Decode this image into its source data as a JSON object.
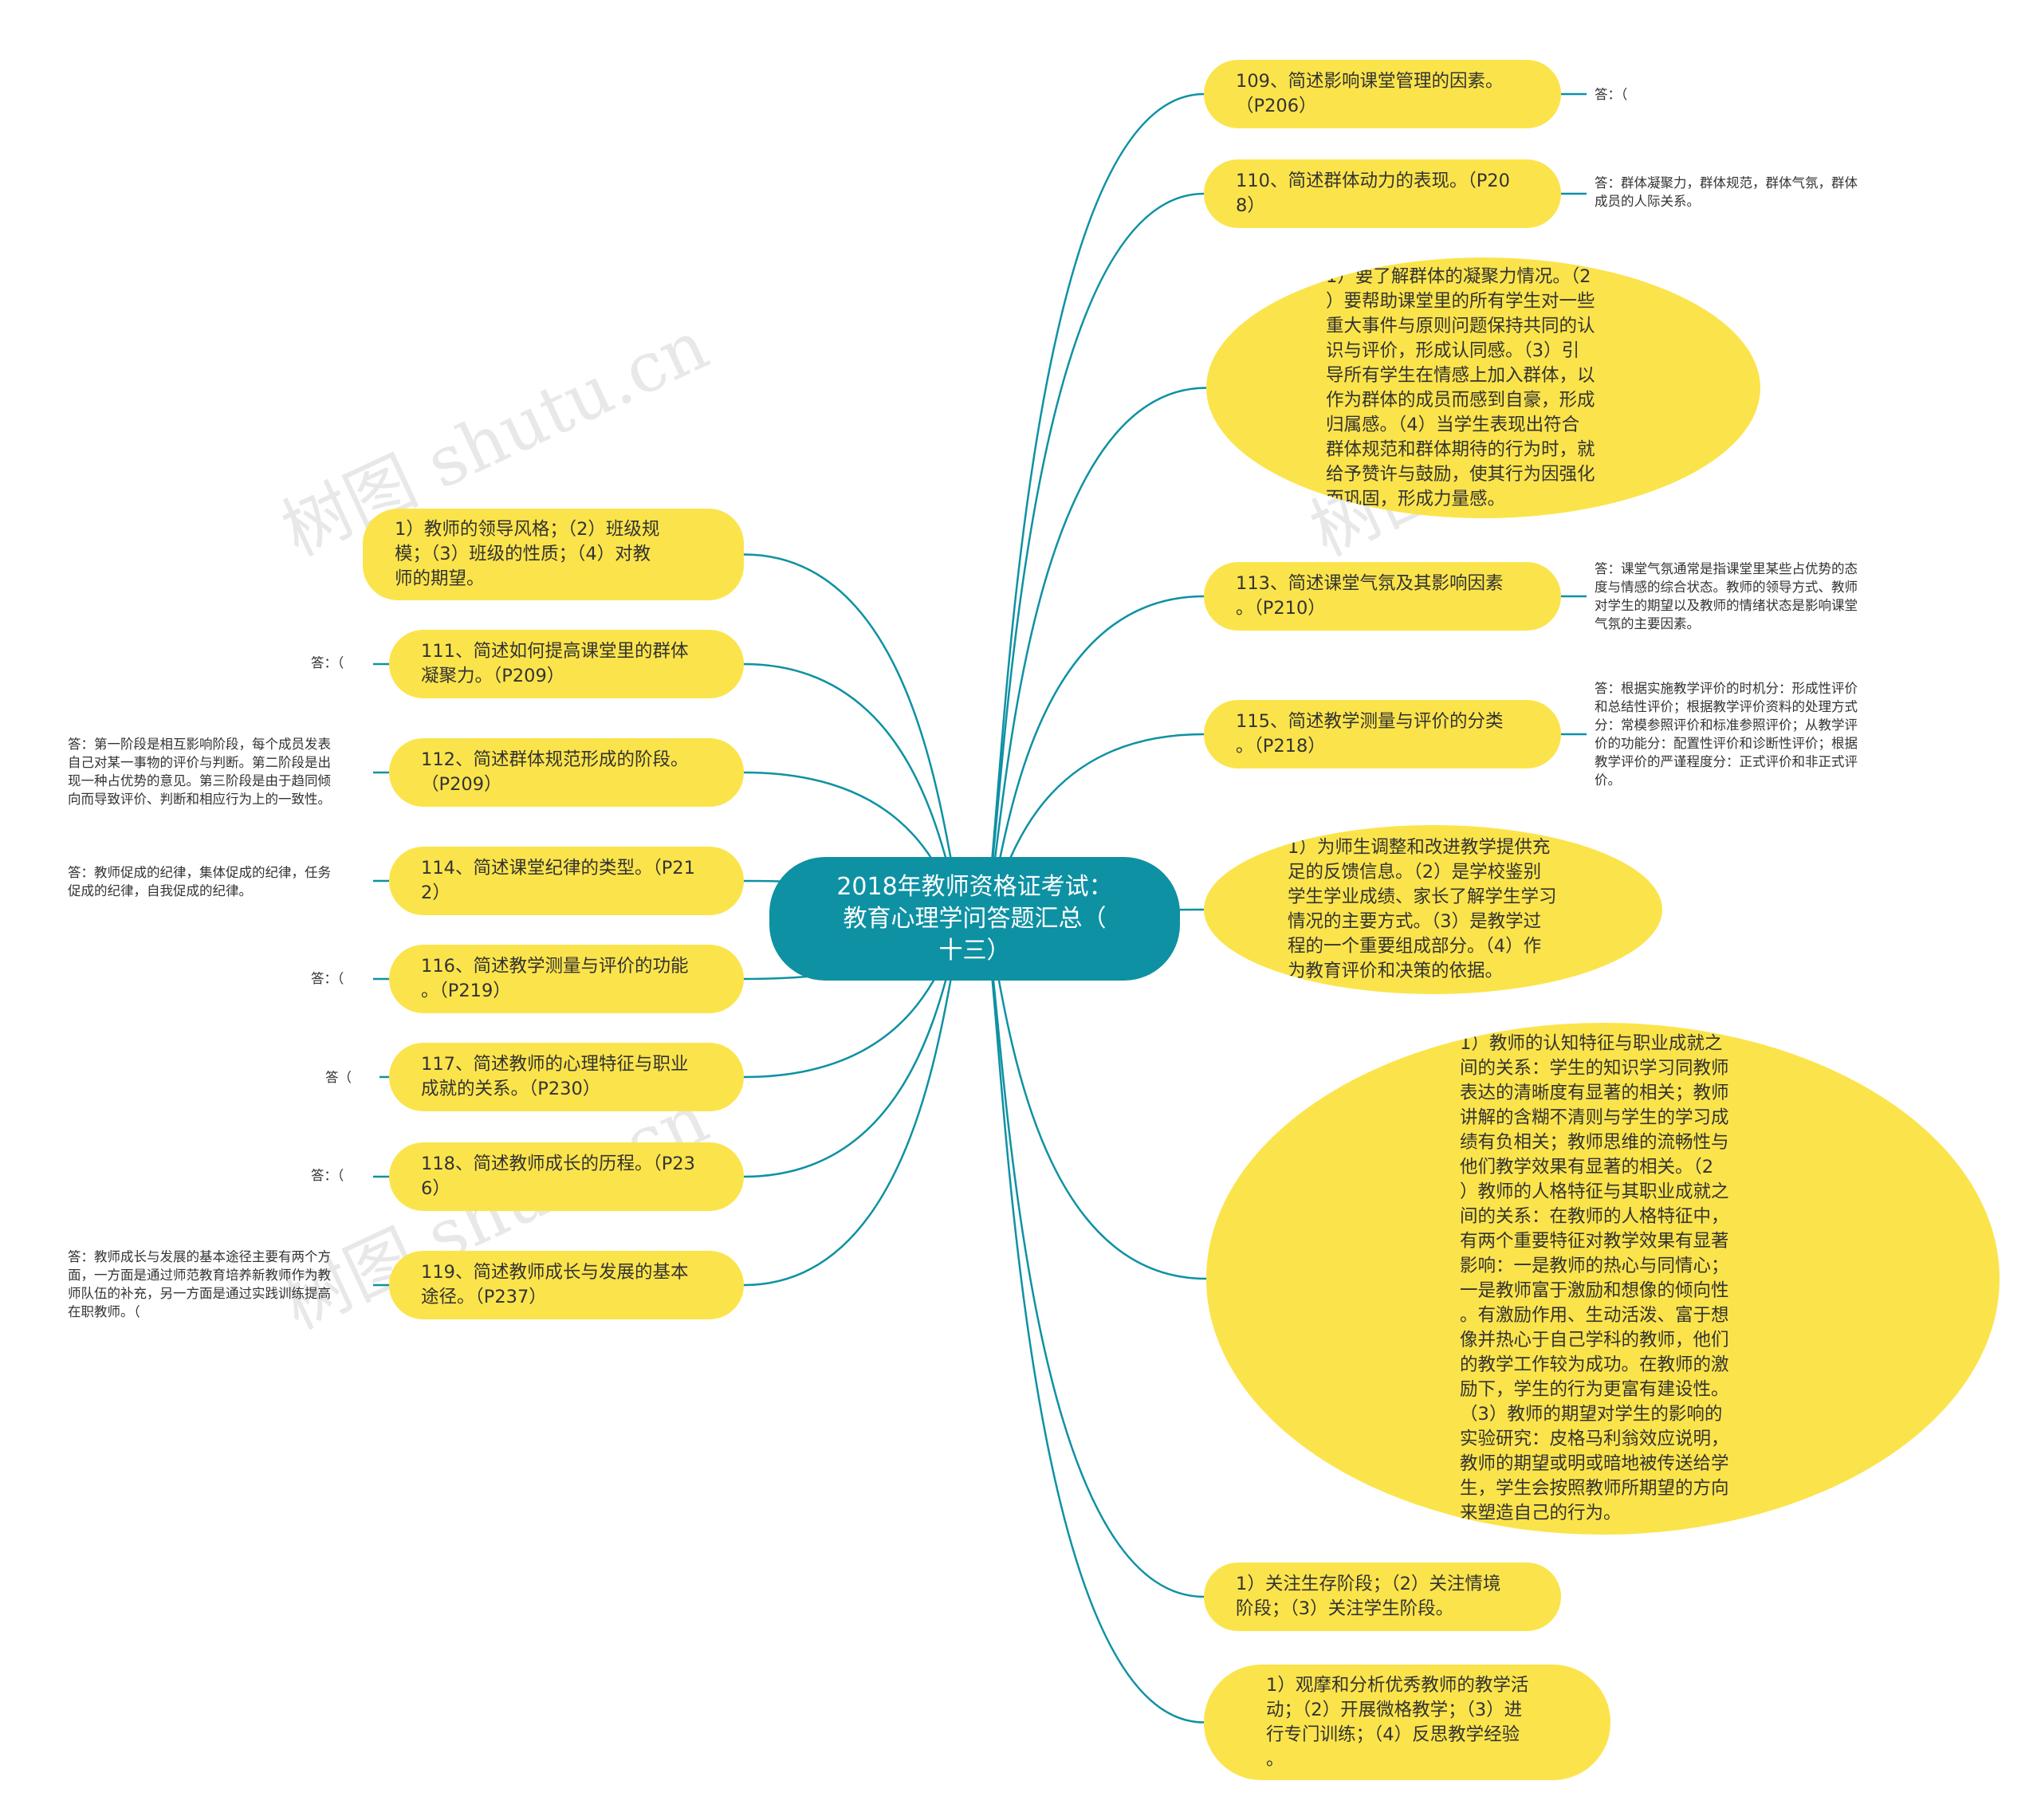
{
  "center": {
    "text": "2018年教师资格证考试：\n教育心理学问答题汇总（\n十三）"
  },
  "left_nodes": [
    {
      "id": "l1",
      "text": "1）教师的领导风格；（2）班级规\n模；（3）班级的性质；（4）对教\n师的期望。"
    },
    {
      "id": "l2",
      "text": "111、简述如何提高课堂里的群体\n凝聚力。（P209）",
      "answer": "答：（"
    },
    {
      "id": "l3",
      "text": "112、简述群体规范形成的阶段。\n（P209）",
      "answer": "答：第一阶段是相互影响阶段，每个成员发表\n自己对某一事物的评价与判断。第二阶段是出\n现一种占优势的意见。第三阶段是由于趋同倾\n向而导致评价、判断和相应行为上的一致性。"
    },
    {
      "id": "l4",
      "text": "114、简述课堂纪律的类型。（P21\n2）",
      "answer": "答：教师促成的纪律，集体促成的纪律，任务\n促成的纪律，自我促成的纪律。"
    },
    {
      "id": "l5",
      "text": "116、简述教学测量与评价的功能\n。（P219）",
      "answer": "答：（"
    },
    {
      "id": "l6",
      "text": "117、简述教师的心理特征与职业\n成就的关系。（P230）",
      "answer": "答（"
    },
    {
      "id": "l7",
      "text": "118、简述教师成长的历程。（P23\n6）",
      "answer": "答：（"
    },
    {
      "id": "l8",
      "text": "119、简述教师成长与发展的基本\n途径。（P237）",
      "answer": "答：教师成长与发展的基本途径主要有两个方\n面，一方面是通过师范教育培养新教师作为教\n师队伍的补充，另一方面是通过实践训练提高\n在职教师。（"
    }
  ],
  "right_nodes": [
    {
      "id": "r1",
      "text": "109、简述影响课堂管理的因素。\n（P206）",
      "answer": "答：（"
    },
    {
      "id": "r2",
      "text": "110、简述群体动力的表现。（P20\n8）",
      "answer": "答：群体凝聚力，群体规范，群体气氛，群体\n成员的人际关系。"
    },
    {
      "id": "r3",
      "text": "1）要了解群体的凝聚力情况。（2\n）要帮助课堂里的所有学生对一些\n重大事件与原则问题保持共同的认\n识与评价，形成认同感。（3）引\n导所有学生在情感上加入群体，以\n作为群体的成员而感到自豪，形成\n归属感。（4）当学生表现出符合\n群体规范和群体期待的行为时，就\n给予赞许与鼓励，使其行为因强化\n而巩固，形成力量感。"
    },
    {
      "id": "r4",
      "text": "113、简述课堂气氛及其影响因素\n。（P210）",
      "answer": "答：课堂气氛通常是指课堂里某些占优势的态\n度与情感的综合状态。教师的领导方式、教师\n对学生的期望以及教师的情绪状态是影响课堂\n气氛的主要因素。"
    },
    {
      "id": "r5",
      "text": "115、简述教学测量与评价的分类\n。（P218）",
      "answer": "答：根据实施教学评价的时机分：形成性评价\n和总结性评价；根据教学评价资料的处理方式\n分：常模参照评价和标准参照评价；从教学评\n价的功能分：配置性评价和诊断性评价；根据\n教学评价的严谨程度分：正式评价和非正式评\n价。"
    },
    {
      "id": "r6",
      "text": "1）为师生调整和改进教学提供充\n足的反馈信息。（2）是学校鉴别\n学生学业成绩、家长了解学生学习\n情况的主要方式。（3）是教学过\n程的一个重要组成部分。（4）作\n为教育评价和决策的依据。"
    },
    {
      "id": "r7",
      "text": "1）教师的认知特征与职业成就之\n间的关系：学生的知识学习同教师\n表达的清晰度有显著的相关；教师\n讲解的含糊不清则与学生的学习成\n绩有负相关；教师思维的流畅性与\n他们教学效果有显著的相关。（2\n）教师的人格特征与其职业成就之\n间的关系：在教师的人格特征中，\n有两个重要特征对教学效果有显著\n影响：一是教师的热心与同情心；\n一是教师富于激励和想像的倾向性\n。有激励作用、生动活泼、富于想\n像并热心于自己学科的教师，他们\n的教学工作较为成功。在教师的激\n励下，学生的行为更富有建设性。\n（3）教师的期望对学生的影响的\n实验研究：皮格马利翁效应说明，\n教师的期望或明或暗地被传送给学\n生，学生会按照教师所期望的方向\n来塑造自己的行为。"
    },
    {
      "id": "r8",
      "text": "1）关注生存阶段；（2）关注情境\n阶段；（3）关注学生阶段。"
    },
    {
      "id": "r9",
      "text": "1）观摩和分析优秀教师的教学活\n动；（2）开展微格教学；（3）进\n行专门训练；（4）反思教学经验\n。"
    }
  ],
  "watermark": "树图 shutu.cn",
  "colors": {
    "branch": "#0e91a3",
    "node": "#fbe44b",
    "center": "#0e91a3",
    "text": "#333333"
  }
}
